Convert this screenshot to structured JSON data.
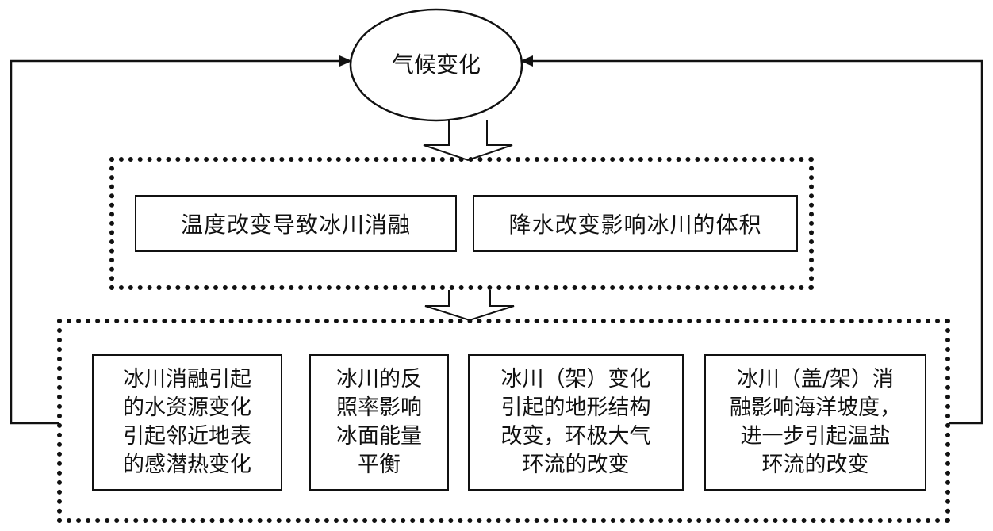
{
  "top": {
    "label": "气候变化"
  },
  "middle": {
    "boxes": [
      {
        "label": "温度改变导致冰川消融"
      },
      {
        "label": "降水改变影响冰川的体积"
      }
    ]
  },
  "bottom": {
    "boxes": [
      {
        "lines": [
          "冰川消融引起",
          "的水资源变化",
          "引起邻近地表",
          "的感潜热变化"
        ]
      },
      {
        "lines": [
          "冰川的反",
          "照率影响",
          "冰面能量",
          "平衡"
        ]
      },
      {
        "lines": [
          "冰川（架）变化",
          "引起的地形结构",
          "改变，环极大气",
          "环流的改变"
        ]
      },
      {
        "lines": [
          "冰川（盖/架）消",
          "融影响海洋坡度，",
          "进一步引起温盐",
          "环流的改变"
        ]
      }
    ]
  }
}
